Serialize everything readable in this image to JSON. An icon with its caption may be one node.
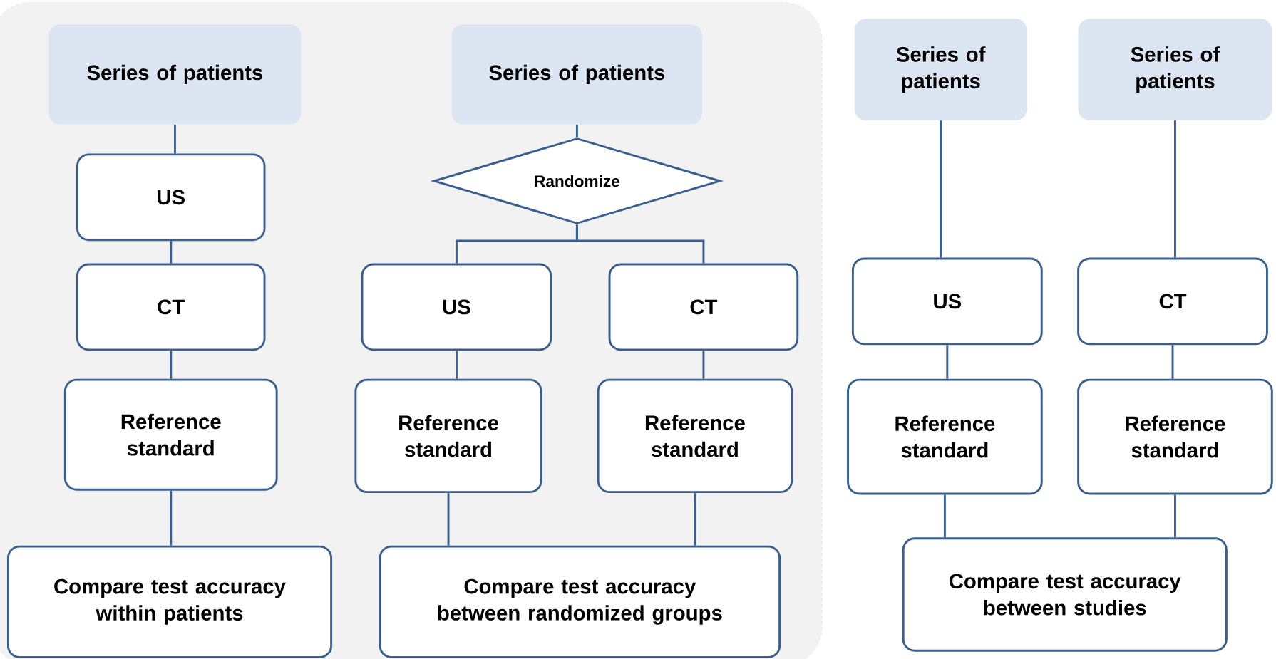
{
  "diagram": {
    "nodes": [
      {
        "text": [
          "Series of patients"
        ]
      },
      {
        "text": [
          "US"
        ]
      },
      {
        "text": [
          "CT"
        ]
      },
      {
        "text": [
          "Reference standard"
        ]
      },
      {
        "text": [
          "Compare test accuracy within patients"
        ]
      },
      {
        "text": [
          "Series of patients"
        ]
      },
      {
        "text": [
          "Randomize"
        ]
      },
      {
        "text": [
          "US"
        ]
      },
      {
        "text": [
          "CT"
        ]
      },
      {
        "text": [
          "Reference standard"
        ]
      },
      {
        "text": [
          "Reference standard"
        ]
      },
      {
        "text": [
          "Compare test accuracy between randomized groups"
        ]
      },
      {
        "text": [
          "Series of patients"
        ]
      },
      {
        "text": [
          "Series of patients"
        ]
      },
      {
        "text": [
          "US"
        ]
      },
      {
        "text": [
          "CT"
        ]
      },
      {
        "text": [
          "Reference standard"
        ]
      },
      {
        "text": [
          "Reference standard"
        ]
      },
      {
        "text": [
          "Compare test accuracy between studies"
        ]
      }
    ],
    "edges": [
      {
        "from": 0,
        "to": 1,
        "arrow": "none"
      },
      {
        "from": 1,
        "to": 2,
        "arrow": "none"
      },
      {
        "from": 2,
        "to": 3,
        "arrow": "none"
      },
      {
        "from": 3,
        "to": 4,
        "arrow": "none"
      },
      {
        "from": 5,
        "to": 6,
        "arrow": "none"
      },
      {
        "from": 6,
        "to": 7,
        "arrow": "none"
      },
      {
        "from": 6,
        "to": 8,
        "arrow": "none"
      },
      {
        "from": 7,
        "to": 9,
        "arrow": "none"
      },
      {
        "from": 8,
        "to": 10,
        "arrow": "none"
      },
      {
        "from": 9,
        "to": 11,
        "arrow": "none"
      },
      {
        "from": 10,
        "to": 11,
        "arrow": "none"
      },
      {
        "from": 12,
        "to": 14,
        "arrow": "none"
      },
      {
        "from": 13,
        "to": 15,
        "arrow": "none"
      },
      {
        "from": 14,
        "to": 16,
        "arrow": "none"
      },
      {
        "from": 15,
        "to": 17,
        "arrow": "none"
      },
      {
        "from": 16,
        "to": 18,
        "arrow": "none"
      },
      {
        "from": 17,
        "to": 18,
        "arrow": "none"
      }
    ]
  }
}
